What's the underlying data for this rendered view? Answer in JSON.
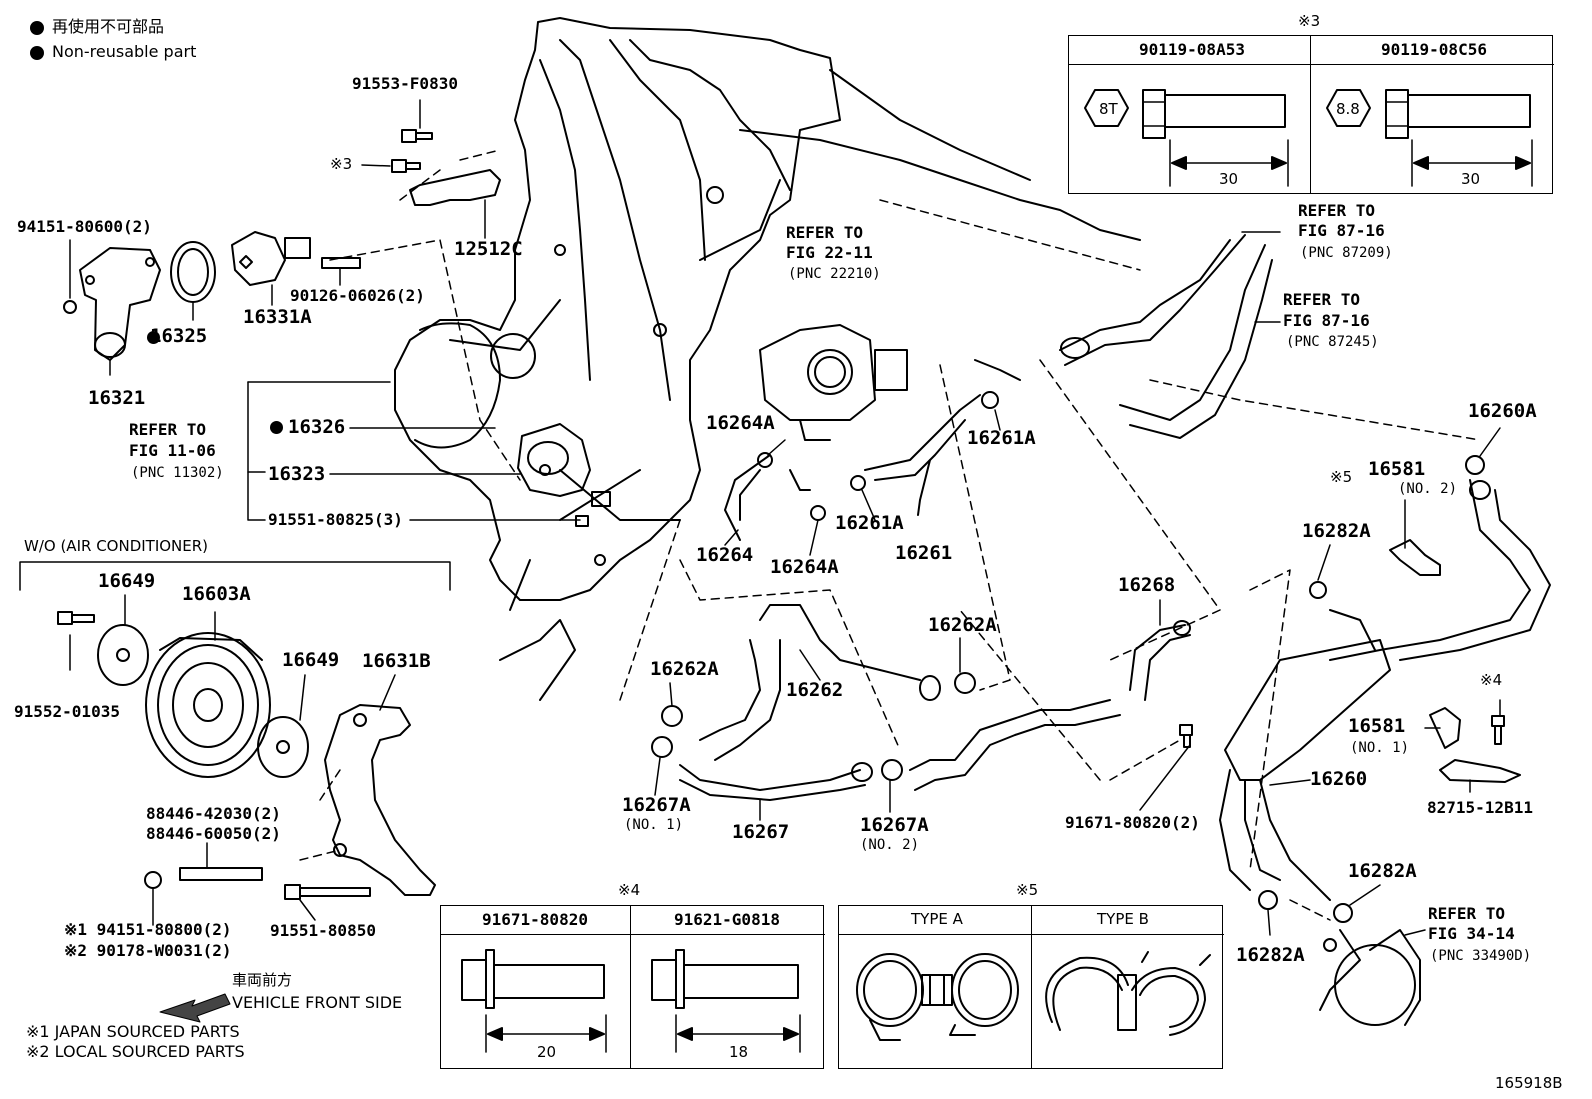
{
  "legend": {
    "jp": "再使用不可部品",
    "en": "Non-reusable part"
  },
  "notes": {
    "wo_ac": "W/O (AIR CONDITIONER)",
    "front_jp": "車両前方",
    "front_en": "VEHICLE FRONT SIDE",
    "note1": "※1 JAPAN SOURCED PARTS",
    "note2": "※2 LOCAL SOURCED PARTS",
    "diagram_id": "165918B"
  },
  "table3": {
    "marker": "※3",
    "col1": {
      "part": "90119-08A53",
      "grade": "8T",
      "length": "30"
    },
    "col2": {
      "part": "90119-08C56",
      "grade": "8.8",
      "length": "30"
    }
  },
  "table4": {
    "marker": "※4",
    "col1": {
      "part": "91671-80820",
      "length": "20"
    },
    "col2": {
      "part": "91621-G0818",
      "length": "18"
    }
  },
  "table5": {
    "marker": "※5",
    "col1": {
      "type": "TYPE A"
    },
    "col2": {
      "type": "TYPE B"
    }
  },
  "labels": {
    "p91553": "91553-F0830",
    "m3": "※3",
    "p12512C": "12512C",
    "p94151a": "94151-80600(2)",
    "p16325": "16325",
    "p16331A": "16331A",
    "p90126": "90126-06026(2)",
    "p16321": "16321",
    "ref1106a": "REFER TO",
    "ref1106b": "FIG 11-06",
    "ref1106c": "(PNC 11302)",
    "p16326": "16326",
    "p16323": "16323",
    "p91551a": "91551-80825(3)",
    "ref2211a": "REFER TO",
    "ref2211b": "FIG 22-11",
    "ref2211c": "(PNC 22210)",
    "p16264A_1": "16264A",
    "p16264": "16264",
    "p16264A_2": "16264A",
    "p16261A_1": "16261A",
    "p16261A_2": "16261A",
    "p16261": "16261",
    "ref8716a1": "REFER TO",
    "ref8716b1": "FIG 87-16",
    "ref8716c1": "(PNC 87209)",
    "ref8716a2": "REFER TO",
    "ref8716b2": "FIG 87-16",
    "ref8716c2": "(PNC 87245)",
    "p16260A": "16260A",
    "m5": "※5",
    "p16581_2": "16581",
    "p16581_2n": "(NO. 2)",
    "p16282A_1": "16282A",
    "p16268": "16268",
    "p16262A_1": "16262A",
    "p16262A_2": "16262A",
    "p16262": "16262",
    "p16649_1": "16649",
    "p16603A": "16603A",
    "p16649_2": "16649",
    "p16631B": "16631B",
    "p91552": "91552-01035",
    "p88446a": "88446-42030(2)",
    "p88446b": "88446-60050(2)",
    "p94151b": "※1 94151-80800(2)",
    "p90178": "※2 90178-W0031(2)",
    "p91551b": "91551-80850",
    "p16267A_1": "16267A",
    "p16267A_1n": "(NO. 1)",
    "p16267": "16267",
    "p16267A_2": "16267A",
    "p16267A_2n": "(NO. 2)",
    "p91671": "91671-80820(2)",
    "m4": "※4",
    "p16581_1": "16581",
    "p16581_1n": "(NO. 1)",
    "p82715": "82715-12B11",
    "p16260": "16260",
    "p16282A_2": "16282A",
    "p16282A_3": "16282A",
    "ref3414a": "REFER TO",
    "ref3414b": "FIG 34-14",
    "ref3414c": "(PNC 33490D)"
  }
}
